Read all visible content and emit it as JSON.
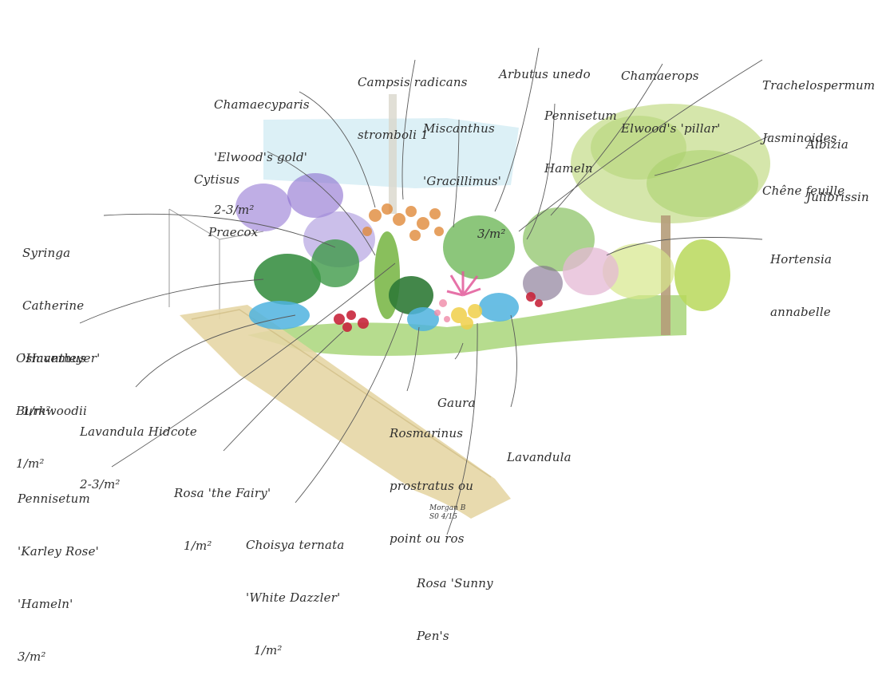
{
  "labels": {
    "chamaecyparis": [
      "Chamaecyparis",
      "'Elwood's gold'",
      "2-3/m²"
    ],
    "campsis": [
      "Campsis radicans",
      "stromboli 1"
    ],
    "arbutus": [
      "Arbutus unedo"
    ],
    "chamaerops": [
      "Chamaerops",
      "Elwood's 'pillar'"
    ],
    "trachelospermum": [
      "Trachelospermum",
      "Jasminoides",
      "Chêne feuille"
    ],
    "albizia": [
      "Albizia",
      "Julibrissin"
    ],
    "pennisetum_top": [
      "Pennisetum",
      "Hameln"
    ],
    "miscanthus": [
      "Miscanthus",
      "'Gracillimus'",
      "3/m²"
    ],
    "cytisus": [
      "Cytisus",
      "Praecox"
    ],
    "syringa": [
      "Syringa",
      "Catherine",
      "'Havemeyer'",
      "1/m²"
    ],
    "hortensia": [
      "Hortensia",
      "annabelle"
    ],
    "osmanthus": [
      "Osmanthus",
      "Burkwoodii",
      "1/m²"
    ],
    "lavandula_hidcote": [
      "Lavandula Hidcote",
      "2-3/m²"
    ],
    "gaura": [
      "Gaura"
    ],
    "rosmarinus": [
      "Rosmarinus",
      "prostratus ou",
      "point ou ros"
    ],
    "lavandula": [
      "Lavandula"
    ],
    "pennisetum_bottom": [
      "Pennisetum",
      "'Karley Rose'",
      "'Hameln'",
      "3/m²"
    ],
    "rosa_fairy": [
      "Rosa 'the Fairy'",
      "1/m²"
    ],
    "choisya": [
      "Choisya ternata",
      "'White Dazzler'",
      "1/m²"
    ],
    "rosa_sunny": [
      "Rosa 'Sunny",
      "Pen's"
    ]
  },
  "signature": [
    "Morgan B",
    "S0 4/15"
  ],
  "colors": {
    "ink": "#2e2e2e",
    "sky_wash": "#bfe3ee",
    "lawn": "#a9d67a",
    "path": "#e6d6a5",
    "purple_flowers": "#8a6ccf",
    "orange_flowers": "#e08a3a",
    "blue_flowers": "#4fb3df",
    "red_flowers": "#c8263c",
    "pink_flowers": "#e25a9a",
    "dark_green": "#2f8a3a",
    "yellow_green": "#b9d85a"
  }
}
